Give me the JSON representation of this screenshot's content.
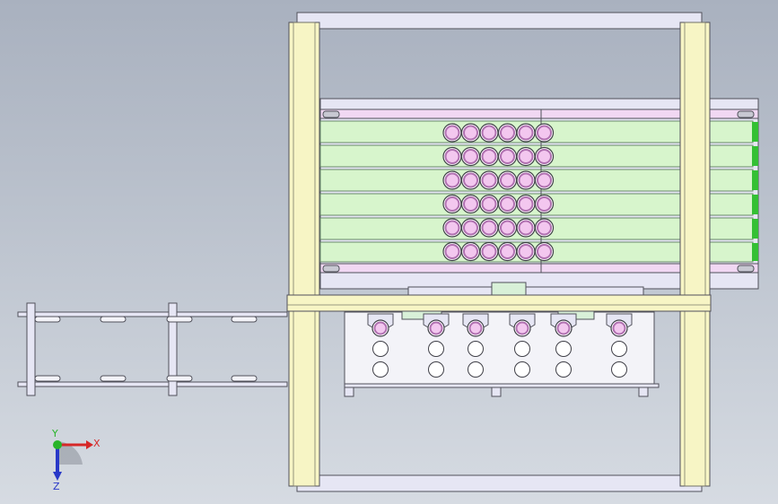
{
  "viewport": {
    "background_top": "#a9b1bf",
    "background_bottom": "#d6dbe2",
    "colors": {
      "frame_fill": "#f7f5c5",
      "frame_stroke": "#50505a",
      "plate_fill": "#e6e6f4",
      "rail_fill": "#f1d8f3",
      "lane_fill": "#d7f5cc",
      "lane_accent": "#34c034",
      "part_fill": "#f3c7ef",
      "part_ring": "#b070b0",
      "bracket_fill": "#d8f0d8",
      "box_fill": "#f3f3f8"
    },
    "grid": {
      "rows": 6,
      "columns": 6
    },
    "fixture": {
      "slot_count": 6,
      "hole_rows": 2
    }
  },
  "triad": {
    "x_label": "X",
    "y_label": "Y",
    "z_label": "Z",
    "x_color": "#d62828",
    "y_color": "#28b428",
    "z_color": "#2838c8"
  }
}
